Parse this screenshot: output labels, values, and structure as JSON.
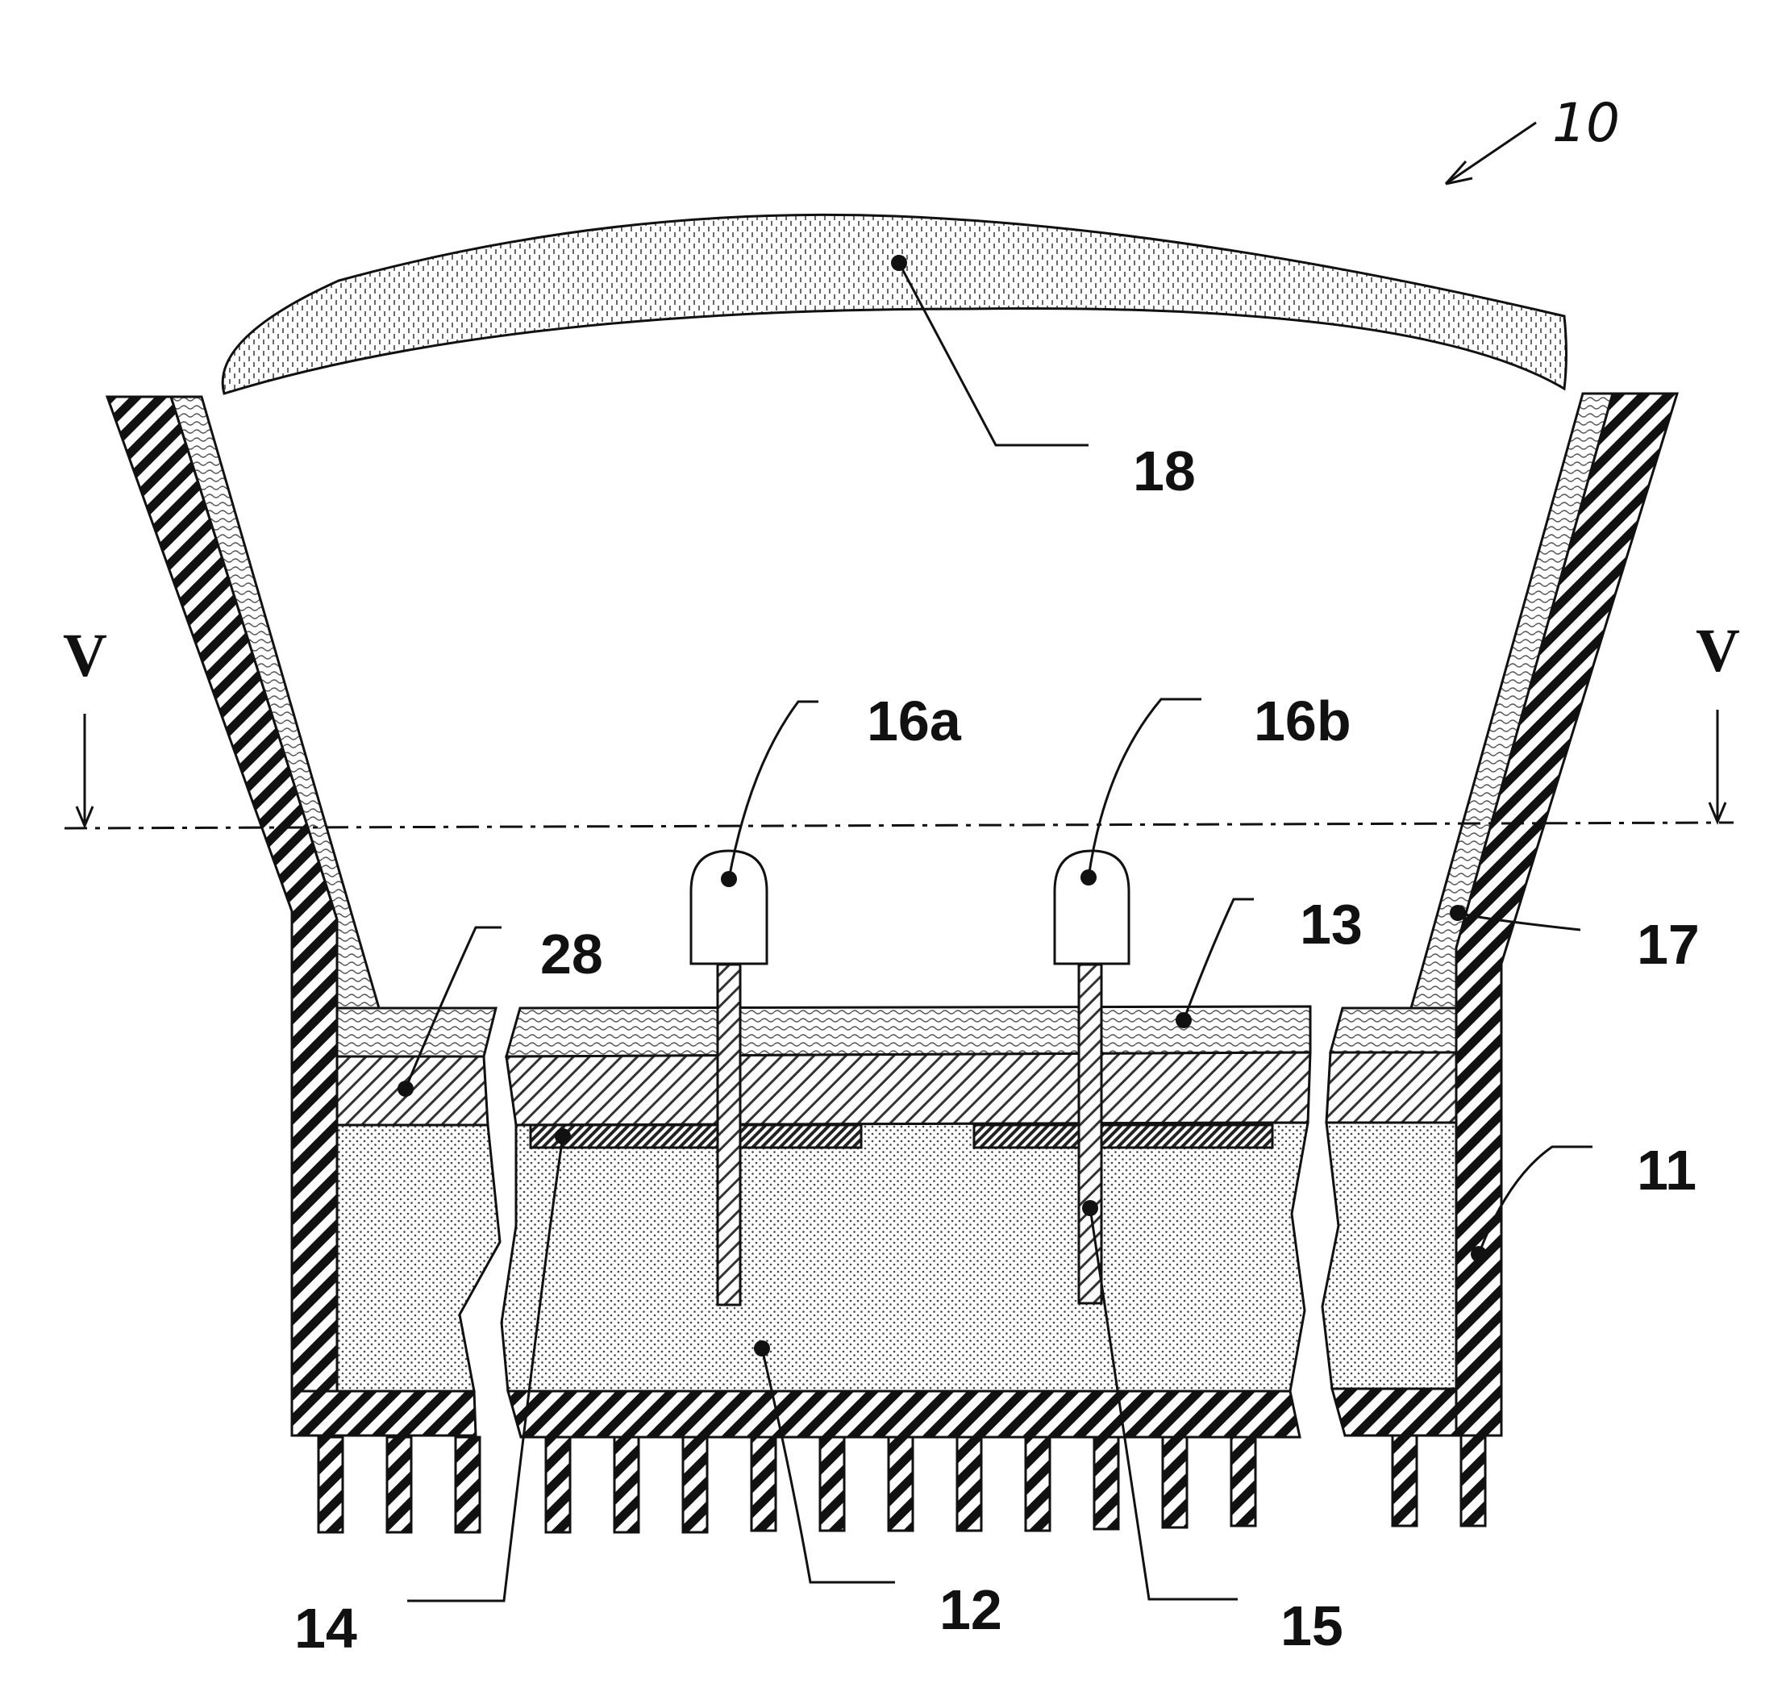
{
  "figure": {
    "figure_ref": "10",
    "section_marker": "V",
    "labels": {
      "l18": "18",
      "l16a": "16a",
      "l16b": "16b",
      "l28": "28",
      "l13": "13",
      "l17": "17",
      "l11": "11",
      "l14": "14",
      "l12": "12",
      "l15": "15"
    }
  }
}
